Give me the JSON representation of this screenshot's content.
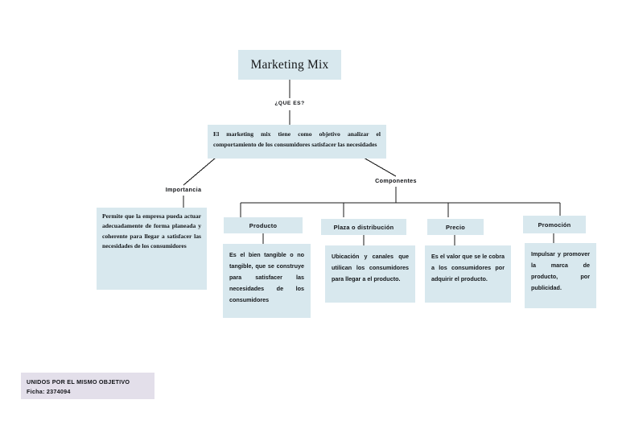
{
  "document": {
    "background_color": "#ffffff",
    "node_fill": "#d8e8ee",
    "footer_fill": "#e3dfea",
    "line_color": "#1a1a1a"
  },
  "root": {
    "title": "Marketing Mix"
  },
  "edges": {
    "que_es": "¿QUE ES?",
    "importancia": "Importancia",
    "componentes": "Componentes"
  },
  "summary": {
    "text": "El marketing mix tiene como objetivo analizar el comportamiento de los consumidores satisfacer las necesidades"
  },
  "importancia": {
    "text": "Permite que la empresa pueda actuar adecuadamente de forma planeada y coherente para llegar a satisfacer las necesidades de los consumidores"
  },
  "componentes": [
    {
      "label": "Producto",
      "text": "Es el bien tangible o no tangible, que se construye para satisfacer las necesidades de los consumidores"
    },
    {
      "label": "Plaza o distribución",
      "text": "Ubicación y canales que utilican los consumidores para llegar a el producto."
    },
    {
      "label": "Precio",
      "text": "Es el valor que se le cobra a los consumidores por adquirir el producto."
    },
    {
      "label": "Promoción",
      "text": "Impulsar y promover la marca de producto, por publicidad."
    }
  ],
  "footer": {
    "line1": "UNIDOS POR EL MISMO OBJETIVO",
    "line2": "Ficha: 2374094"
  }
}
